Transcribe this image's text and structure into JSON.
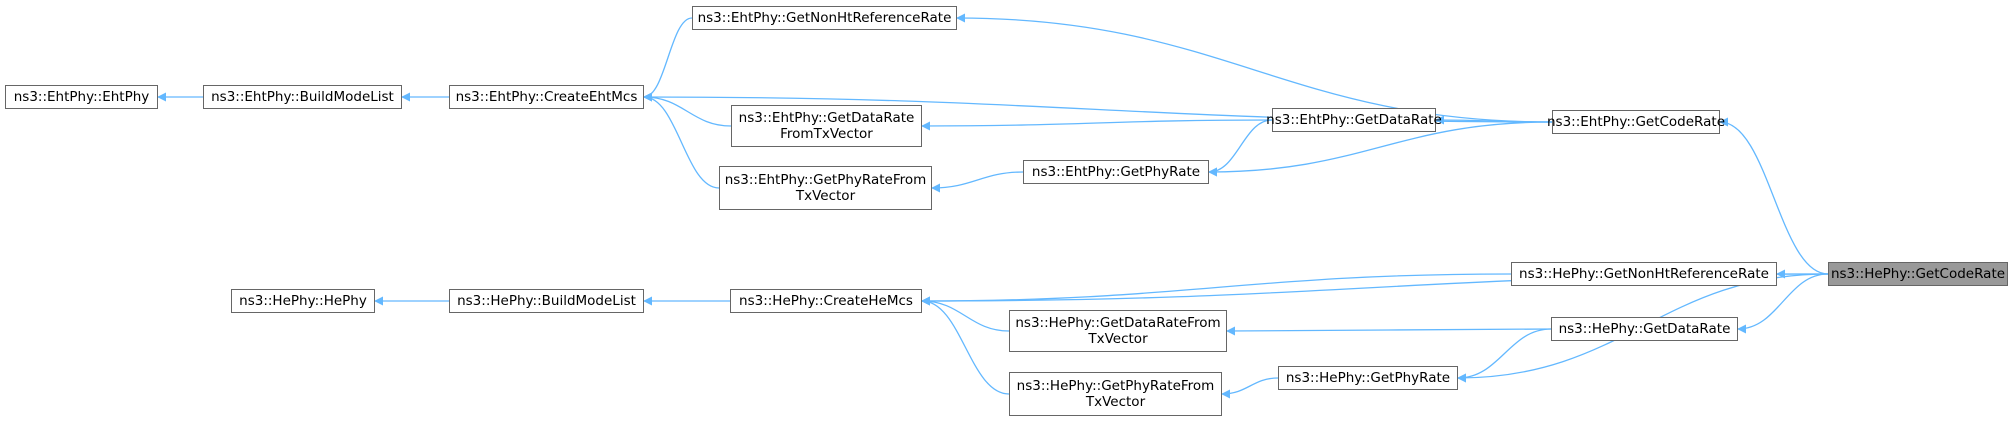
{
  "graph": {
    "root_fill": "#999999",
    "edge_color": "#63b8ff",
    "node_border": "#666666",
    "nodes": {
      "root": "ns3::HePhy::GetCodeRate",
      "eht_getcoderate": "ns3::EhtPhy::GetCodeRate",
      "eht_getnonht": "ns3::EhtPhy::GetNonHtReferenceRate",
      "eht_createmcs": "ns3::EhtPhy::CreateEhtMcs",
      "eht_buildmodelist": "ns3::EhtPhy::BuildModeList",
      "eht_ehtphy": "ns3::EhtPhy::EhtPhy",
      "eht_getdatarate": "ns3::EhtPhy::GetDataRate",
      "eht_getdatarate_txv": "ns3::EhtPhy::GetDataRate\nFromTxVector",
      "eht_getphyrate": "ns3::EhtPhy::GetPhyRate",
      "eht_getphyrate_txv": "ns3::EhtPhy::GetPhyRateFrom\nTxVector",
      "he_getnonht": "ns3::HePhy::GetNonHtReferenceRate",
      "he_createmcs": "ns3::HePhy::CreateHeMcs",
      "he_buildmodelist": "ns3::HePhy::BuildModeList",
      "he_hephy": "ns3::HePhy::HePhy",
      "he_getdatarate": "ns3::HePhy::GetDataRate",
      "he_getdatarate_txv": "ns3::HePhy::GetDataRateFrom\nTxVector",
      "he_getphyrate": "ns3::HePhy::GetPhyRate",
      "he_getphyrate_txv": "ns3::HePhy::GetPhyRateFrom\nTxVector"
    },
    "edges": [
      [
        "eht_getcoderate",
        "root"
      ],
      [
        "he_createmcs",
        "root"
      ],
      [
        "he_getnonht",
        "root"
      ],
      [
        "he_getdatarate",
        "root"
      ],
      [
        "he_getphyrate",
        "root"
      ],
      [
        "eht_getnonht",
        "eht_getcoderate"
      ],
      [
        "eht_createmcs",
        "eht_getcoderate"
      ],
      [
        "eht_getdatarate",
        "eht_getcoderate"
      ],
      [
        "eht_getphyrate",
        "eht_getcoderate"
      ],
      [
        "eht_createmcs",
        "eht_getnonht"
      ],
      [
        "eht_buildmodelist",
        "eht_createmcs"
      ],
      [
        "eht_ehtphy",
        "eht_buildmodelist"
      ],
      [
        "eht_getdatarate_txv",
        "eht_getdatarate"
      ],
      [
        "eht_getphyrate",
        "eht_getdatarate"
      ],
      [
        "eht_createmcs",
        "eht_getdatarate_txv"
      ],
      [
        "eht_getphyrate_txv",
        "eht_getphyrate"
      ],
      [
        "eht_createmcs",
        "eht_getphyrate_txv"
      ],
      [
        "he_createmcs",
        "he_getnonht"
      ],
      [
        "he_buildmodelist",
        "he_createmcs"
      ],
      [
        "he_hephy",
        "he_buildmodelist"
      ],
      [
        "he_getdatarate_txv",
        "he_getdatarate"
      ],
      [
        "he_getphyrate",
        "he_getdatarate"
      ],
      [
        "he_createmcs",
        "he_getdatarate_txv"
      ],
      [
        "he_getphyrate_txv",
        "he_getphyrate"
      ],
      [
        "he_createmcs",
        "he_getphyrate_txv"
      ]
    ]
  }
}
